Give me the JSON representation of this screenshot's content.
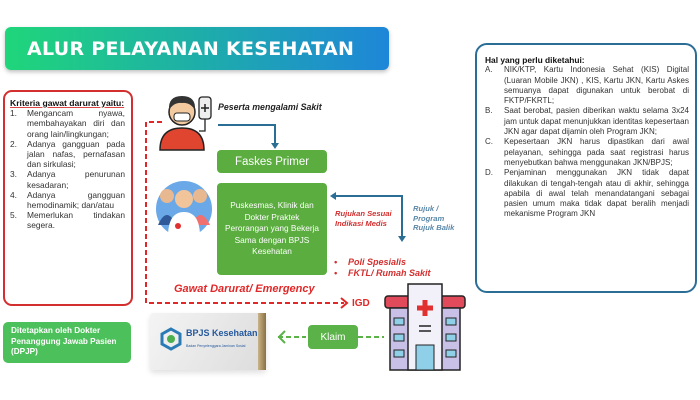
{
  "title": "ALUR PELAYANAN KESEHATAN",
  "criteria": {
    "heading": "Kriteria gawat darurat yaitu:",
    "items": [
      {
        "num": "1.",
        "text": "Mengancam nyawa, membahayakan diri dan orang lain/lingkungan;"
      },
      {
        "num": "2.",
        "text": "Adanya gangguan pada jalan nafas, pernafasan dan sirkulasi;"
      },
      {
        "num": "3.",
        "text": "Adanya penurunan kesadaran;"
      },
      {
        "num": "4.",
        "text": "Adanya gangguan hemodinamik; dan/atau"
      },
      {
        "num": "5.",
        "text": "Memerlukan tindakan segera."
      }
    ]
  },
  "info": {
    "heading": "Hal yang perlu diketahui:",
    "items": [
      {
        "num": "A.",
        "text": "NIK/KTP, Kartu Indonesia Sehat (KIS) Digital (Luaran Mobile JKN) , KIS, Kartu JKN, Kartu Askes semuanya dapat digunakan untuk berobat di FKTP/FKRTL;"
      },
      {
        "num": "B.",
        "text": "Saat berobat, pasien diberikan waktu selama 3x24 jam untuk dapat menunjukkan identitas kepesertaan JKN agar dapat dijamin oleh Program JKN;"
      },
      {
        "num": "C.",
        "text": "Kepesertaan JKN harus dipastikan dari awal pelayanan, sehingga pada saat registrasi harus menyebutkan bahwa menggunakan JKN/BPJS;"
      },
      {
        "num": "D.",
        "text": "Penjaminan menggunakan JKN tidak dapat dilakukan di tengah-tengah atau di akhir, sehingga apabila di awal telah menandatangani sebagai pasien umum maka tidak dapat beralih menjadi mekanisme Program JKN"
      }
    ]
  },
  "flow": {
    "peserta": "Peserta mengalami Sakit",
    "faskes": "Faskes Primer",
    "puskesmas": "Puskesmas, Klinik dan Dokter Praktek Perorangan yang Bekerja Sama dengan BPJS Kesehatan",
    "rujukan": "Rujukan Sesuai Indikasi Medis",
    "rujuk_balik": "Rujuk / Program Rujuk Balik",
    "poli": [
      "Poli Spesialis",
      "FKTL/ Rumah Sakit"
    ],
    "bullet": "•",
    "gawat": "Gawat Darurat/ Emergency",
    "igd": "IGD",
    "dpjp": "Ditetapkan oleh Dokter Penanggung Jawab Pasien (DPJP)",
    "klaim": "Klaim",
    "bpjs_logo": "BPJS Kesehatan",
    "bpjs_sub": "Badan Penyelenggara Jaminan Sosial"
  },
  "colors": {
    "red": "#d32f2f",
    "green": "#5aad3e",
    "blue": "#2b6e95"
  }
}
